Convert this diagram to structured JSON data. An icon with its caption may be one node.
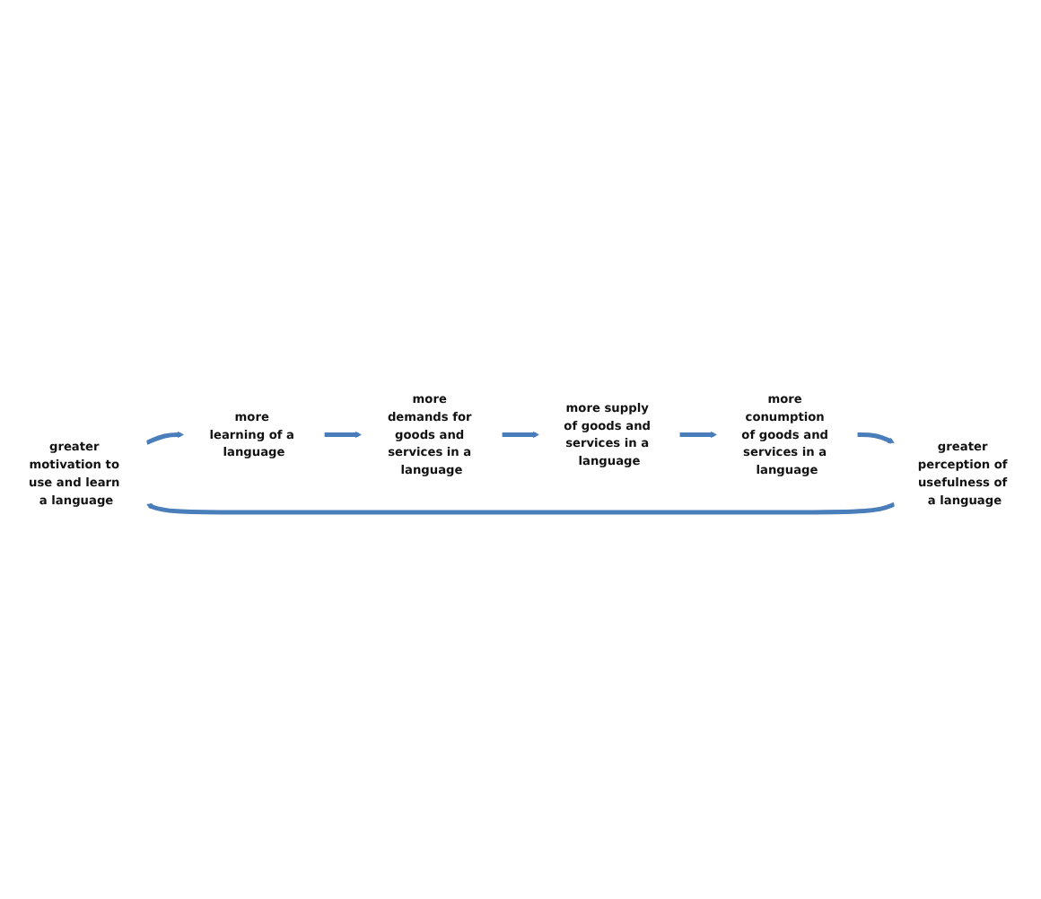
{
  "diagram": {
    "nodes": [
      {
        "text": [
          "greater motivation to use and learn a language"
        ]
      },
      {
        "text": [
          "more learning of a language"
        ]
      },
      {
        "text": [
          "more demands for goods and services in a language"
        ]
      },
      {
        "text": [
          "more supply of goods and services in a language"
        ]
      },
      {
        "text": [
          "more conumption of goods and services in a language"
        ]
      },
      {
        "text": [
          "greater perception of usefulness of a language"
        ]
      }
    ],
    "edges": [
      {
        "from": 0,
        "to": 1,
        "arrow": "to"
      },
      {
        "from": 1,
        "to": 2,
        "arrow": "to"
      },
      {
        "from": 2,
        "to": 3,
        "arrow": "to"
      },
      {
        "from": 3,
        "to": 4,
        "arrow": "to"
      },
      {
        "from": 4,
        "to": 5,
        "arrow": "to"
      },
      {
        "from": 5,
        "to": 0,
        "arrow": "to"
      }
    ]
  }
}
